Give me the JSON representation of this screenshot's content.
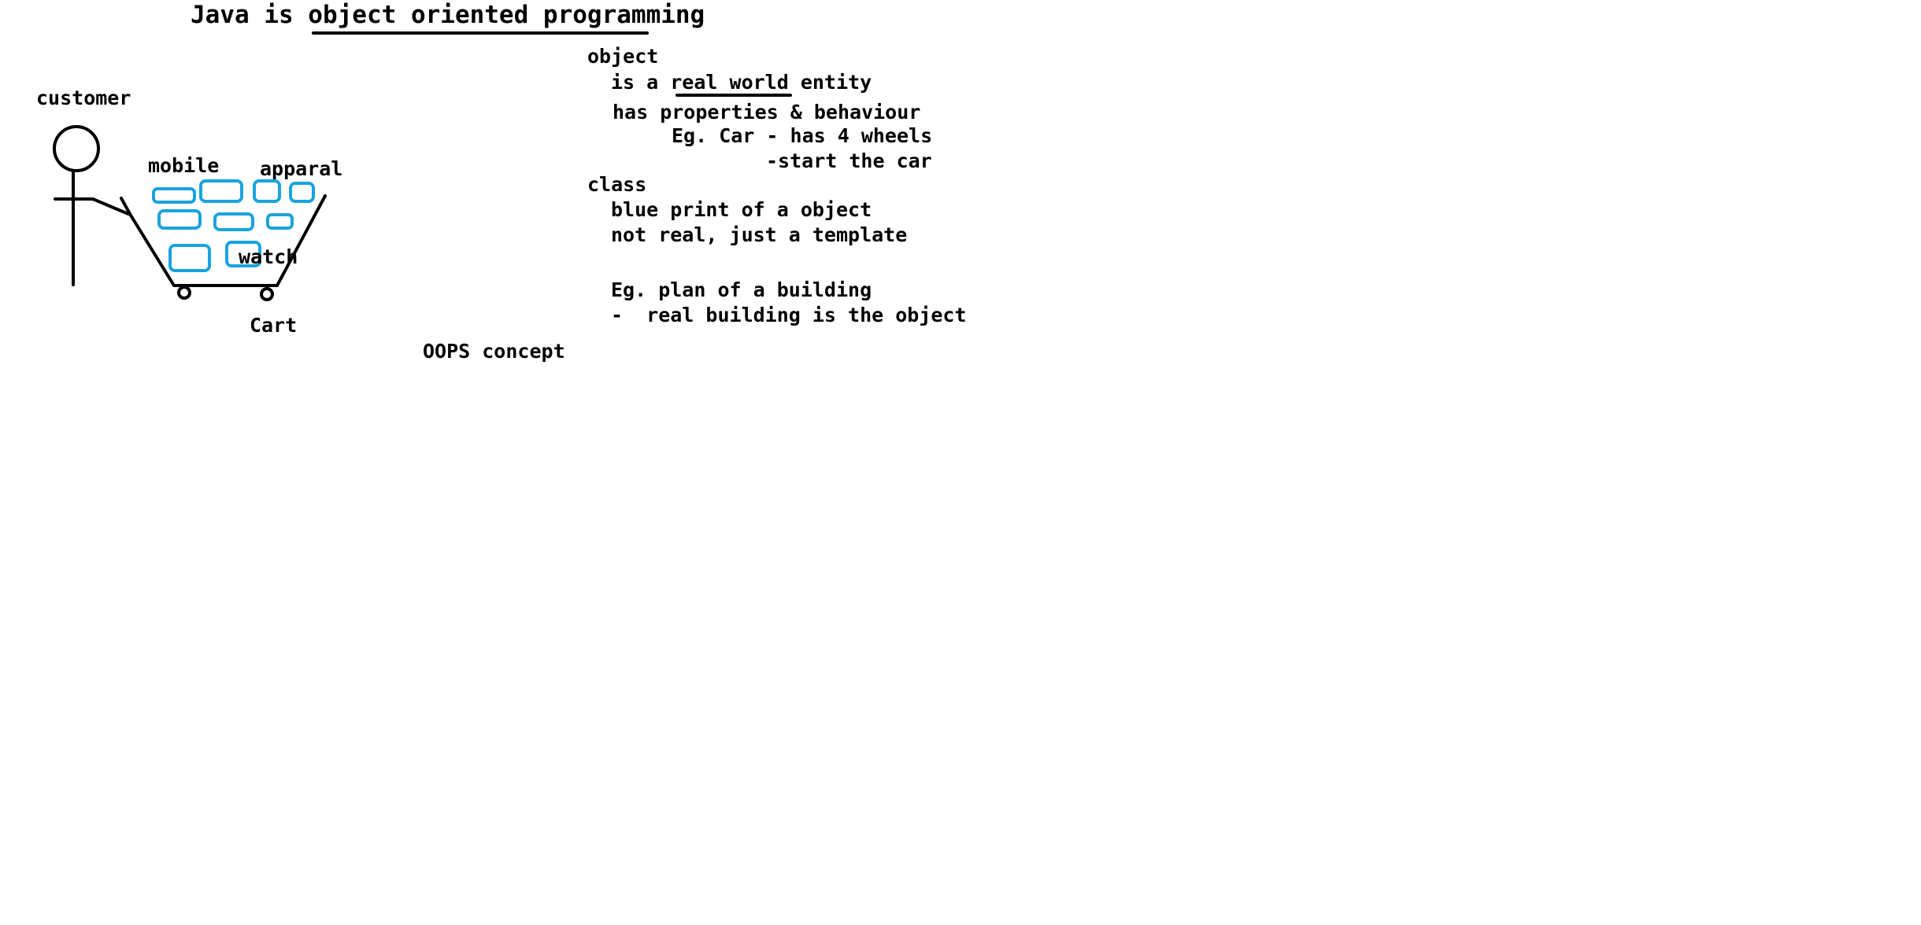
{
  "title": "Java is object oriented programming",
  "labels": {
    "customer": "customer",
    "mobile": "mobile",
    "apparal": "apparal",
    "watch": "watch",
    "cart": "Cart",
    "oops": "OOPS concept"
  },
  "notes": {
    "object_heading": "object",
    "object_line1": "is a real world entity",
    "object_line2": "has properties & behaviour",
    "object_line3": "Eg. Car - has 4 wheels",
    "object_line4": "-start the car",
    "class_heading": "class",
    "class_line1": "blue print of a object",
    "class_line2": "not real, just a template",
    "class_line3": "Eg. plan of a building",
    "class_line4": "-  real building is the object"
  },
  "colors": {
    "ink": "#000000",
    "items": "#1aa3de",
    "background": "#ffffff"
  }
}
